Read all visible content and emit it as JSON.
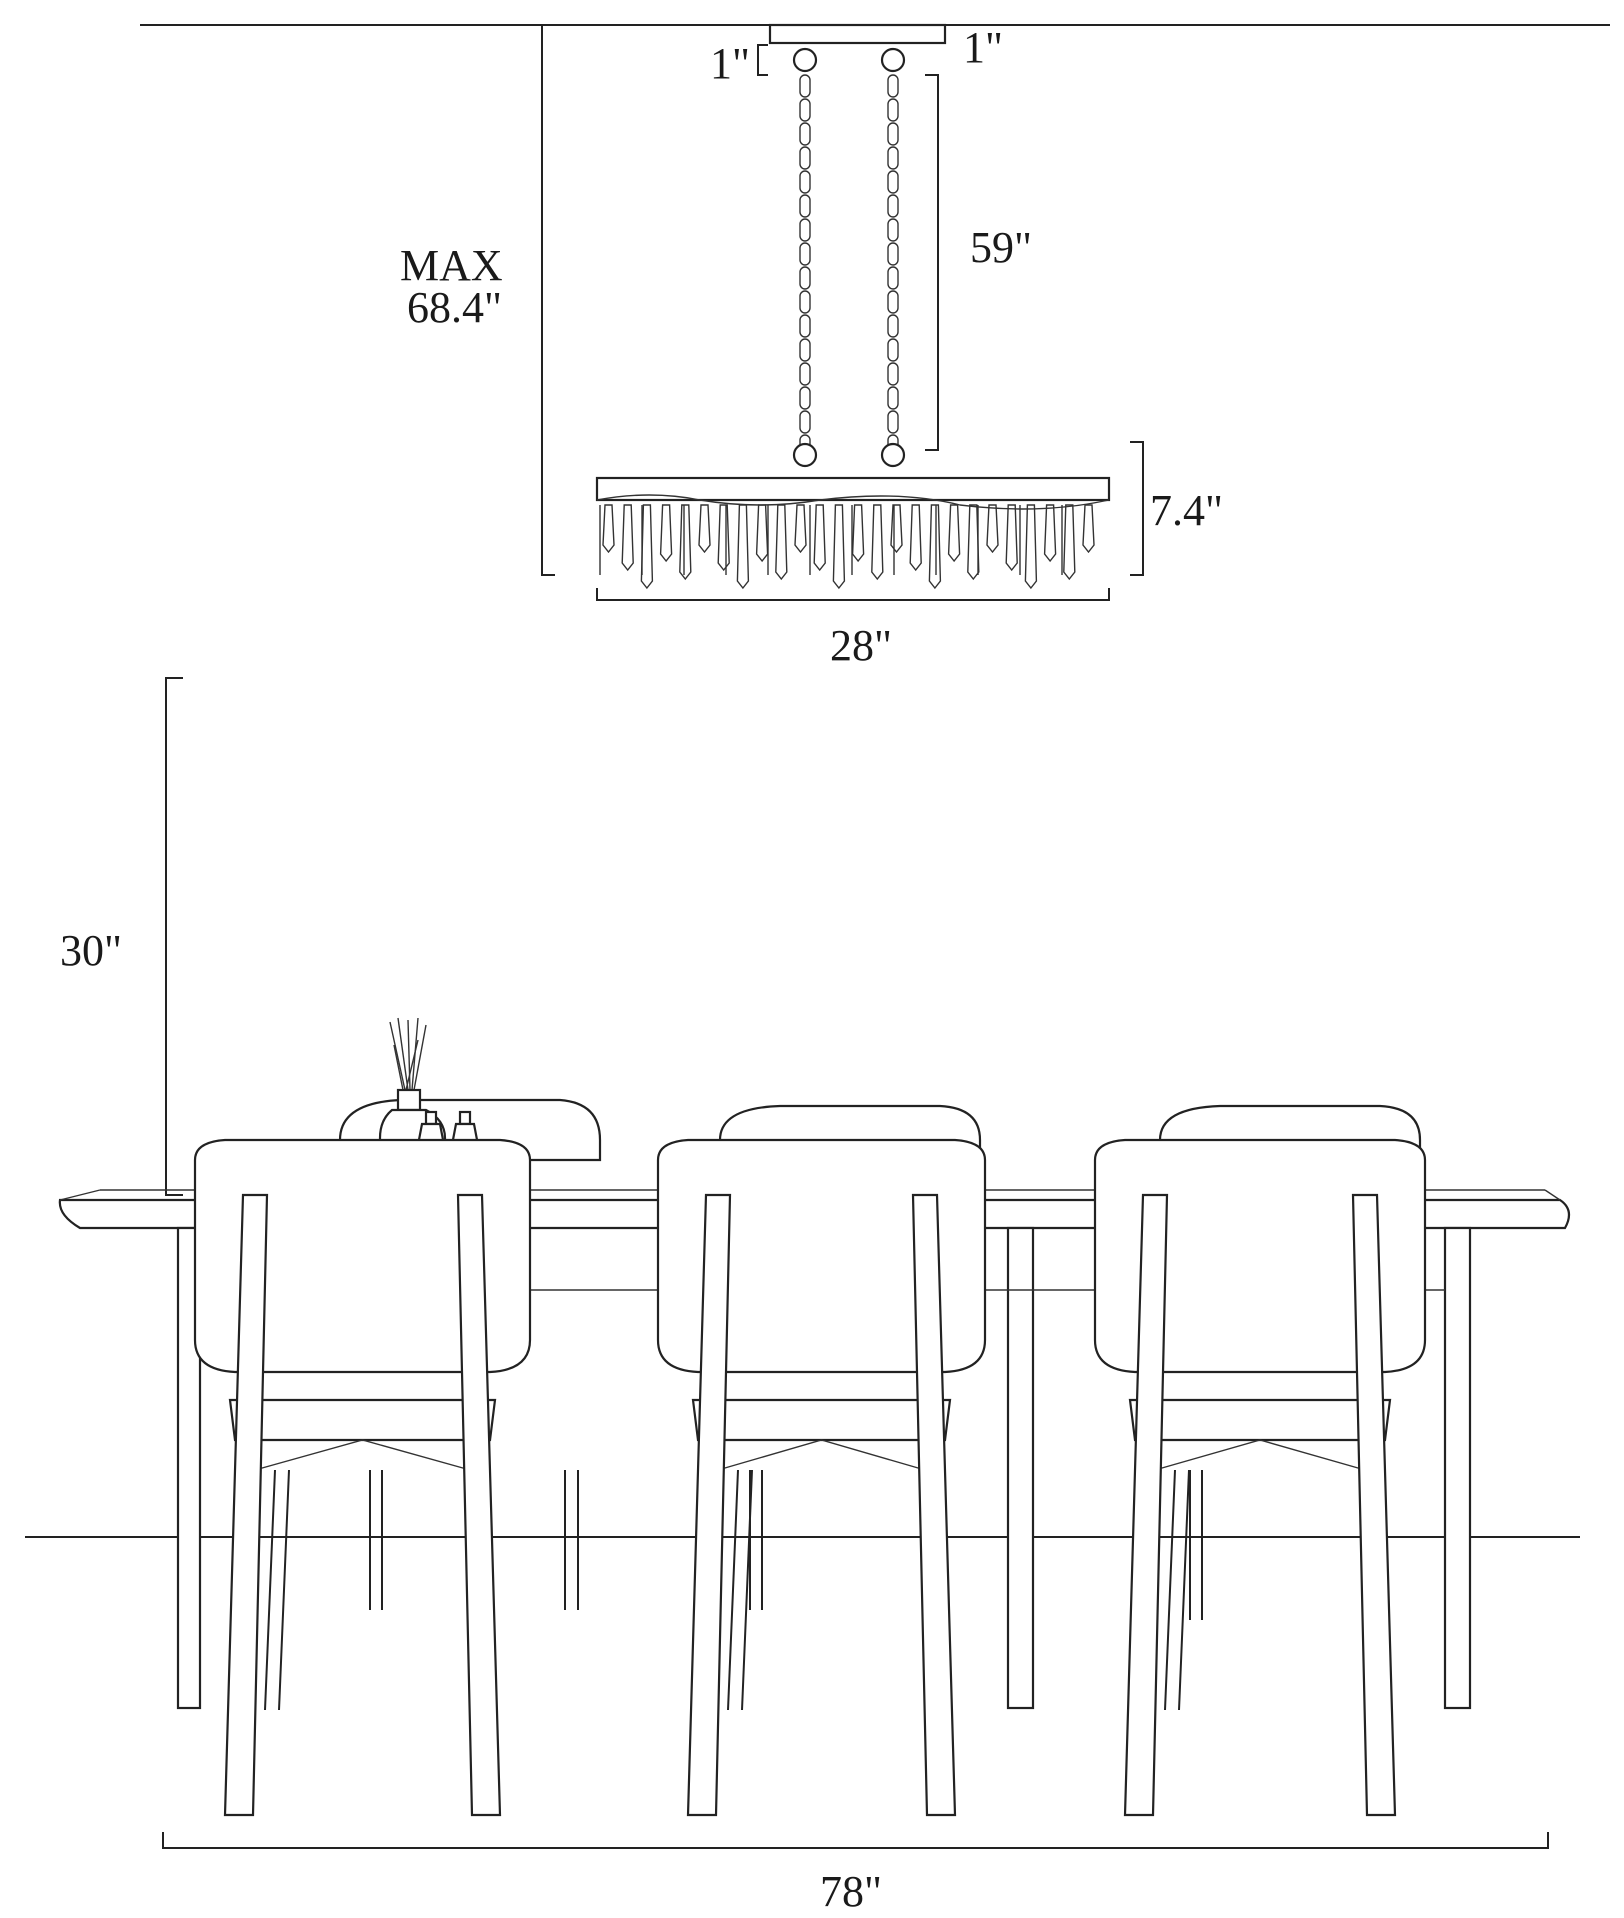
{
  "dimensions": {
    "canopy_left": "1\"",
    "canopy_right": "1\"",
    "chain_length": "59\"",
    "max_label": "MAX",
    "max_value": "68.4\"",
    "fixture_height": "7.4\"",
    "fixture_width": "28\"",
    "table_clearance": "30\"",
    "table_length": "78\""
  }
}
